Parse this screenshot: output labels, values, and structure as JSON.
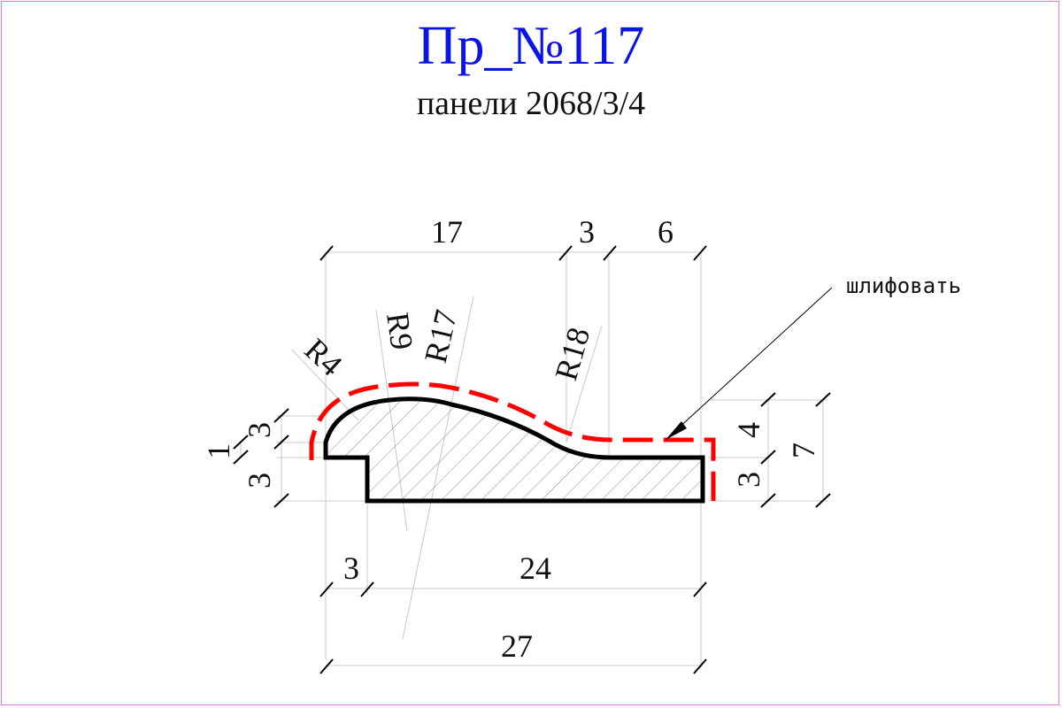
{
  "title": "Пр_№117",
  "subtitle": "панели 2068/3/4",
  "note": "шлифовать",
  "dimensions": {
    "top_17": "17",
    "top_3": "3",
    "top_6": "6",
    "bottom_3": "3",
    "bottom_24": "24",
    "bottom_27": "27",
    "left_3": "3",
    "left_1": "1",
    "left_3b": "3",
    "right_4": "4",
    "right_3": "3",
    "right_7": "7"
  },
  "radii": {
    "r4": "R4",
    "r9": "R9",
    "r17": "R17",
    "r18": "R18"
  },
  "colors": {
    "title": "#0a14e6",
    "sanding_line": "#ff0000",
    "frame": "#e07ae0",
    "ext_lines": "#c8c8c8"
  }
}
